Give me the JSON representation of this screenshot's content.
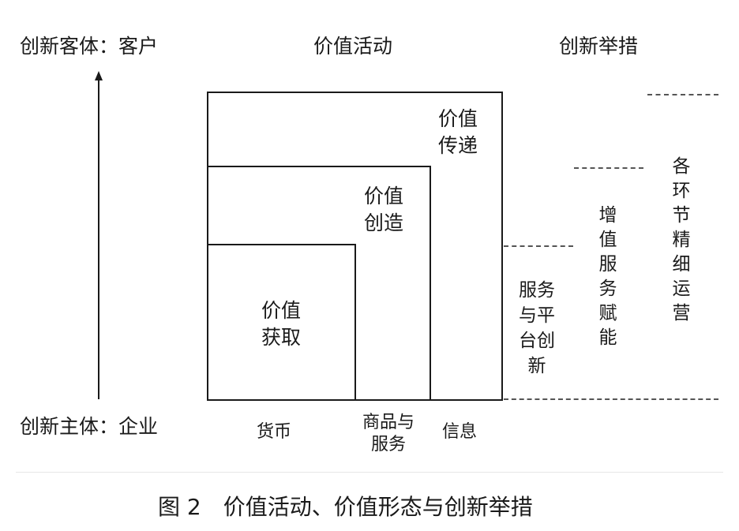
{
  "header": {
    "left": "创新客体：客户",
    "center": "价值活动",
    "right": "创新举措"
  },
  "bottom_left": "创新主体：企业",
  "boxes": {
    "outer": [
      "价值",
      "传递"
    ],
    "middle": [
      "价值",
      "创造"
    ],
    "inner": [
      "价值",
      "获取"
    ]
  },
  "forms": {
    "money": "货币",
    "goods": [
      "商品与",
      "服务"
    ],
    "info": "信息"
  },
  "measures": {
    "col1": [
      "服务",
      "与平",
      "台创",
      "新"
    ],
    "col2": "增值服务赋能",
    "col3": "各环节精细运营"
  },
  "caption": "图 2　价值活动、价值形态与创新举措"
}
